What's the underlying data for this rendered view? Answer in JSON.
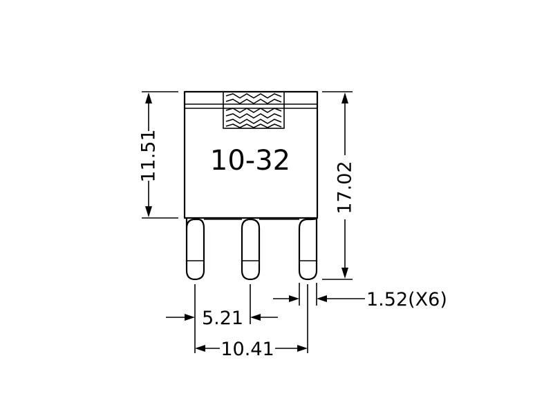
{
  "part_label": "10-32",
  "dimensions": {
    "body_height": "11.51",
    "total_height": "17.02",
    "pin_pitch": "5.21",
    "pin_span": "10.41",
    "pin_width": "1.52(X6)"
  }
}
